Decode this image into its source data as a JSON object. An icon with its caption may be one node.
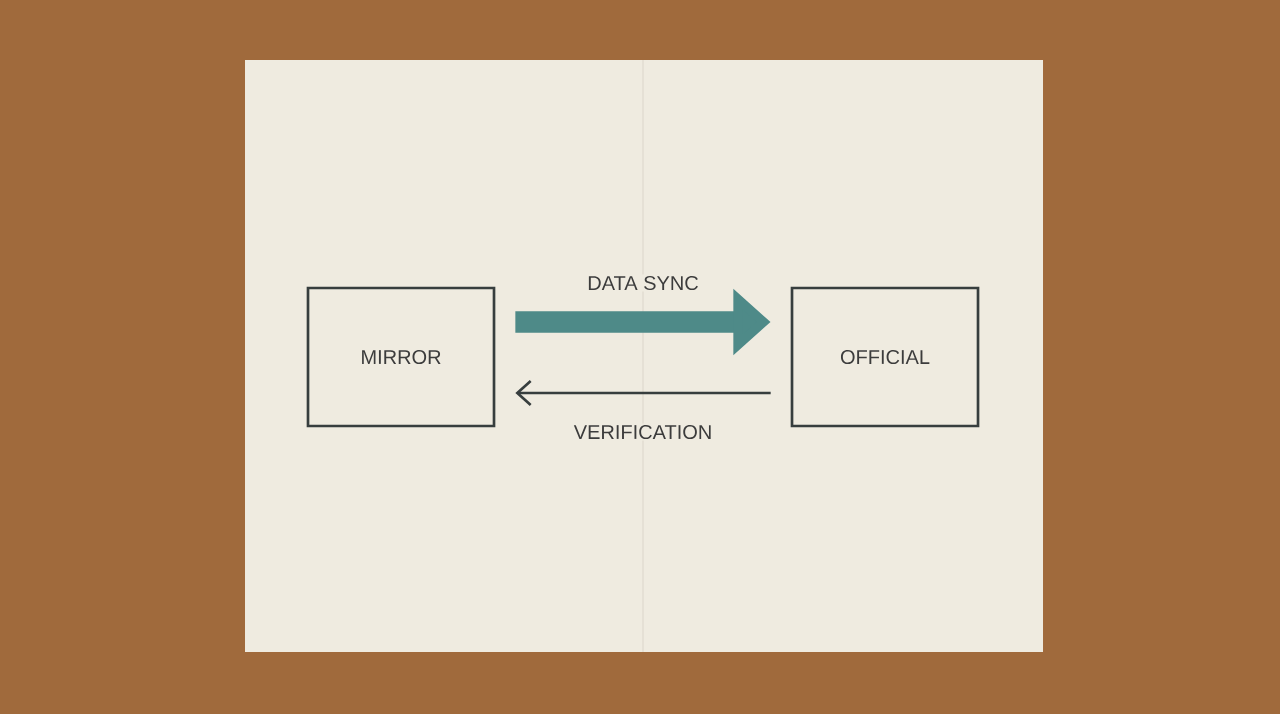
{
  "diagram": {
    "nodes": [
      {
        "text": [
          "MIRROR"
        ]
      },
      {
        "text": [
          "OFFICIAL"
        ]
      }
    ],
    "edges": [
      {
        "from": 0,
        "to": 1,
        "arrow": "to",
        "label": "DATA SYNC",
        "style": "thick",
        "color": "#4e8a88"
      },
      {
        "from": 1,
        "to": 0,
        "arrow": "to",
        "label": "VERIFICATION"
      }
    ]
  }
}
